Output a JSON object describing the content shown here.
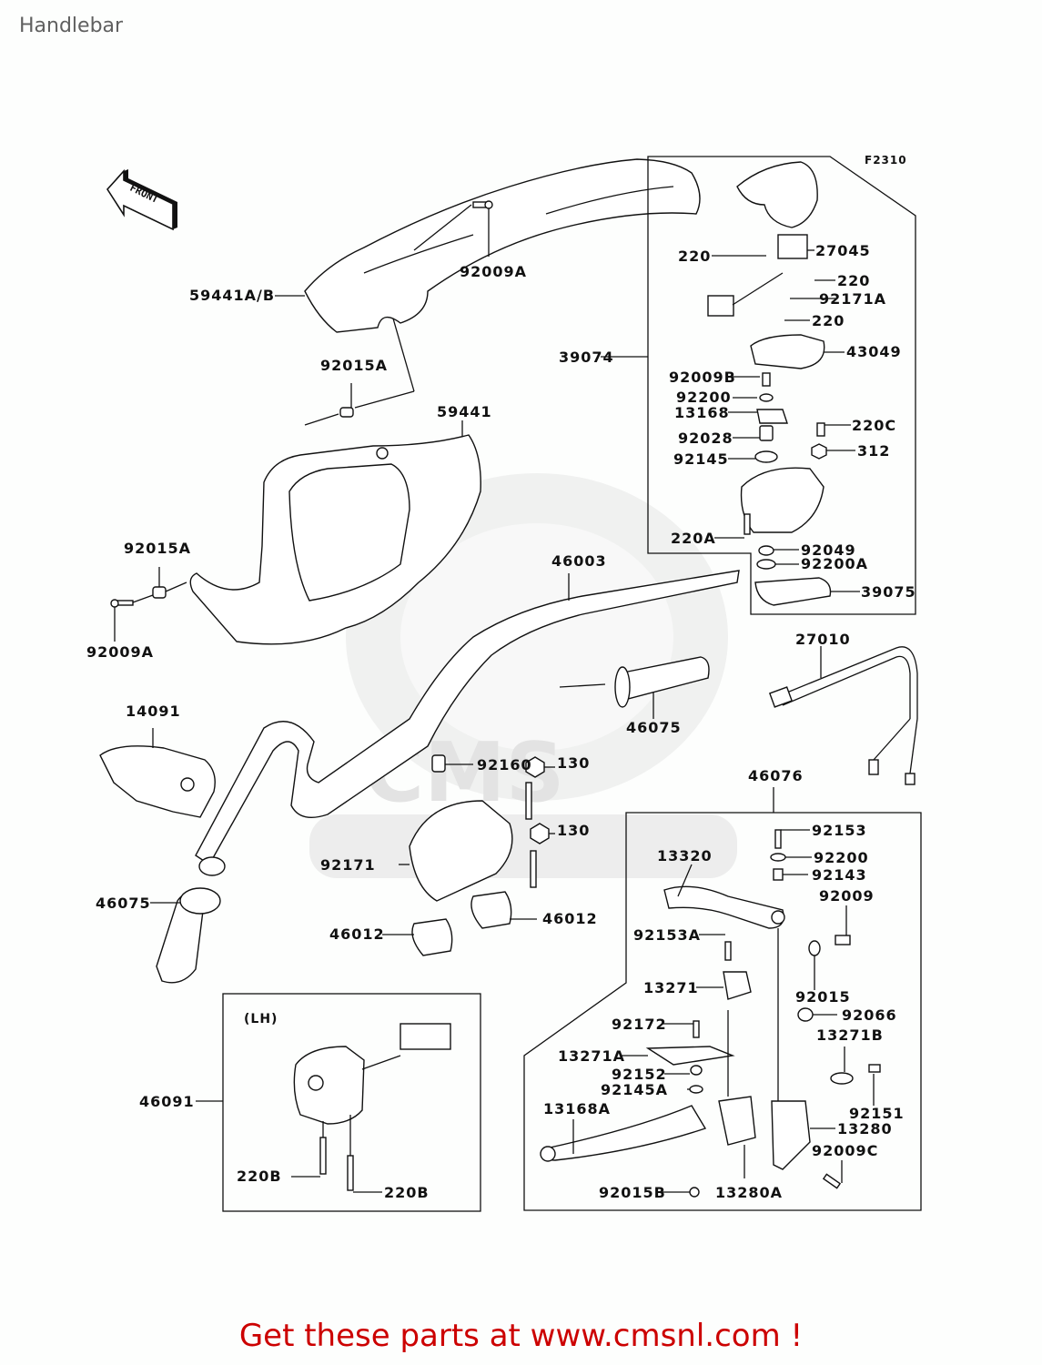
{
  "page": {
    "title": "Handlebar",
    "diagram_code": "F2310",
    "front_indicator": "FRONT",
    "lh_box_label": "(LH)",
    "watermark": "CMS www.cmsnl.com",
    "call_to_action": "Get these parts at www.cmsnl.com !"
  },
  "labels": {
    "l59441ab": "59441A/B",
    "l92009a_top": "92009A",
    "l92015a_top": "92015A",
    "l59441": "59441",
    "l92015a_left": "92015A",
    "l92009a_left": "92009A",
    "l46003": "46003",
    "l14091": "14091",
    "l46075_left": "46075",
    "l46075_right": "46075",
    "l92160": "92160",
    "l130a": "130",
    "l130b": "130",
    "l92171": "92171",
    "l46012a": "46012",
    "l46012b": "46012",
    "l46091": "46091",
    "l220b_a": "220B",
    "l220b_b": "220B",
    "l39074": "39074",
    "l220_a": "220",
    "l27045": "27045",
    "l220_b": "220",
    "l92171a": "92171A",
    "l220_c": "220",
    "l43049": "43049",
    "l92009b": "92009B",
    "l92200": "92200",
    "l13168": "13168",
    "l220c": "220C",
    "l92028": "92028",
    "l312": "312",
    "l92145": "92145",
    "l220a": "220A",
    "l92049": "92049",
    "l92200a": "92200A",
    "l39075": "39075",
    "l27010": "27010",
    "l46076": "46076",
    "l92153": "92153",
    "l13320": "13320",
    "l92200_b": "92200",
    "l92143": "92143",
    "l92009": "92009",
    "l92153a": "92153A",
    "l13271": "13271",
    "l92015": "92015",
    "l92066": "92066",
    "l92172": "92172",
    "l13271b": "13271B",
    "l13271a": "13271A",
    "l92152": "92152",
    "l92145a": "92145A",
    "l13168a": "13168A",
    "l92151": "92151",
    "l13280": "13280",
    "l92009c": "92009C",
    "l92015b": "92015B",
    "l13280a": "13280A"
  }
}
